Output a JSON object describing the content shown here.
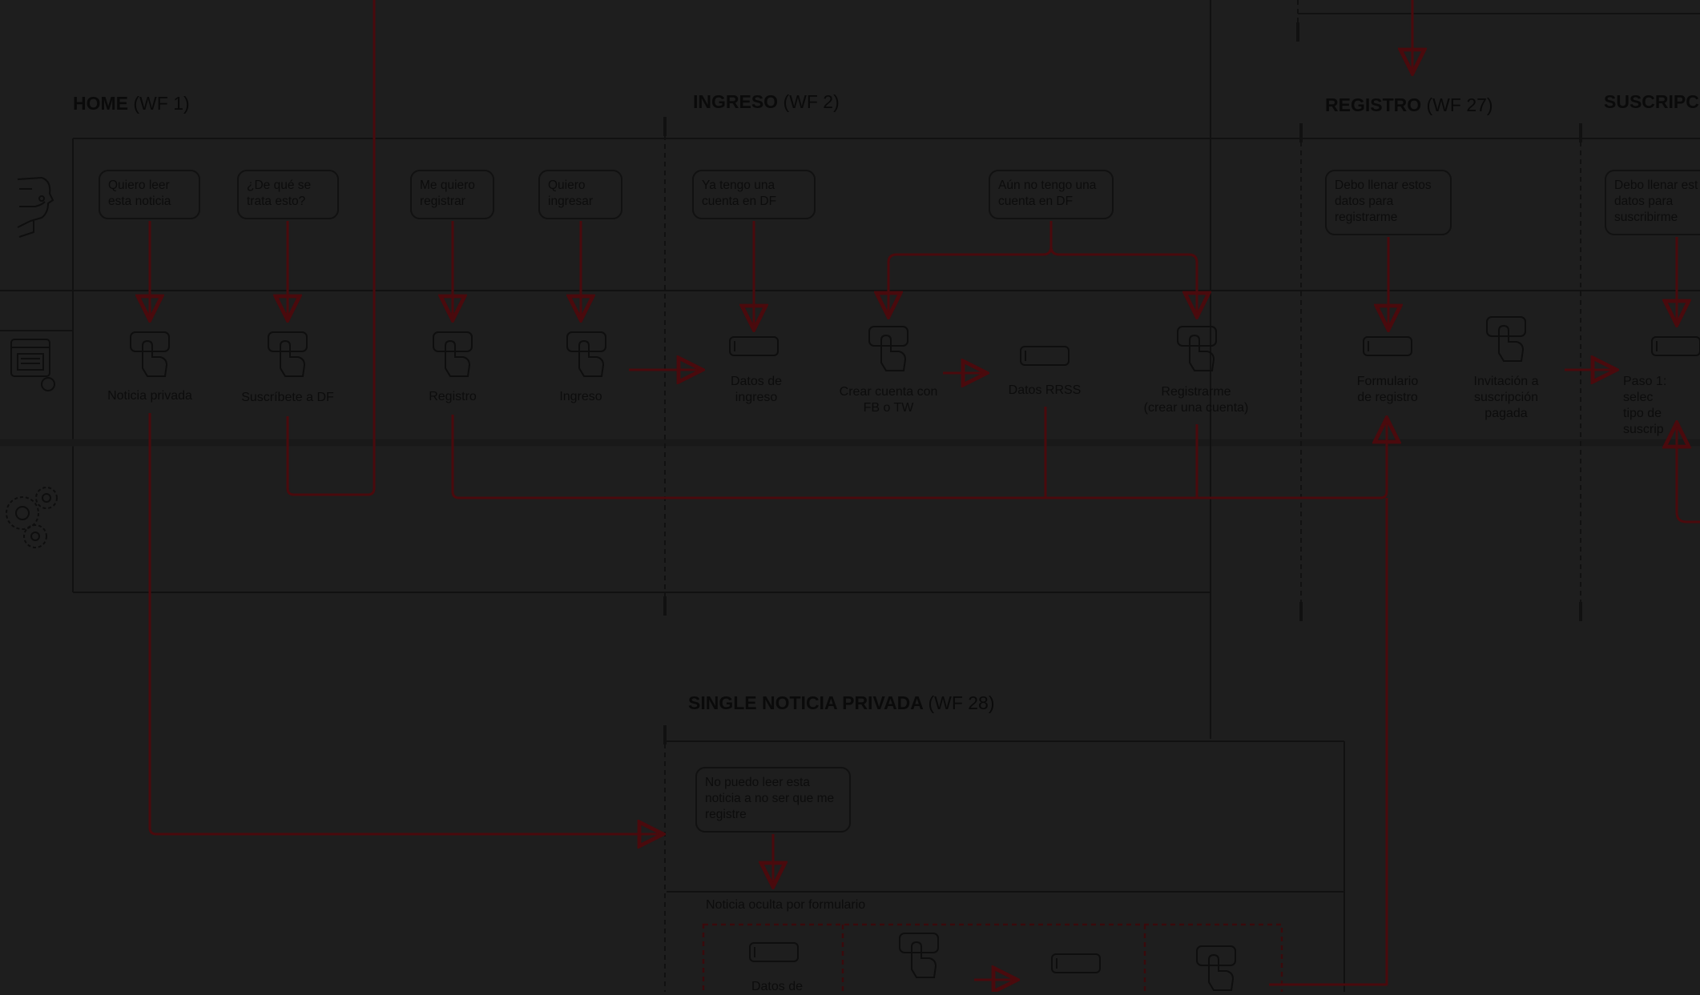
{
  "colors": {
    "background": "#1e1e1e",
    "flow_arrow": "#4a0a0d",
    "line": "#111111"
  },
  "sections": {
    "home": {
      "name": "HOME",
      "wf": "(WF 1)"
    },
    "ingreso": {
      "name": "INGRESO",
      "wf": "(WF 2)"
    },
    "registro": {
      "name": "REGISTRO",
      "wf": "(WF 27)"
    },
    "suscripcion": {
      "name": "SUSCRIPC",
      "wf": ""
    },
    "single": {
      "name": "SINGLE NOTICIA PRIVADA",
      "wf": "(WF 28)"
    }
  },
  "lanes": {
    "user": "user-icon",
    "screen": "screen-icon",
    "system": "gears-icon"
  },
  "bubbles": [
    "Quiero leer\nesta noticia",
    "¿De qué se\ntrata esto?",
    "Me quiero\nregistrar",
    "Quiero\ningresar",
    "Ya tengo una\ncuenta en DF",
    "Aún no tengo una\ncuenta en DF",
    "Debo llenar estos\ndatos para\nregistrarme",
    "Debo llenar est\ndatos para\nsuscribirme",
    "No puedo leer esta\nnoticia a no ser que me\nregistre"
  ],
  "labels": [
    "Noticia privada",
    "Suscríbete a DF",
    "Registro",
    "Ingreso",
    "Datos de\ningreso",
    "Crear cuenta con\nFB o TW",
    "Datos RRSS",
    "Registrarme\n(crear una cuenta)",
    "Formulario\nde registro",
    "Invitación a\nsuscripción\npagada",
    "Paso 1: selec\ntipo de suscrip",
    "Noticia oculta por formulario",
    "Datos de"
  ]
}
